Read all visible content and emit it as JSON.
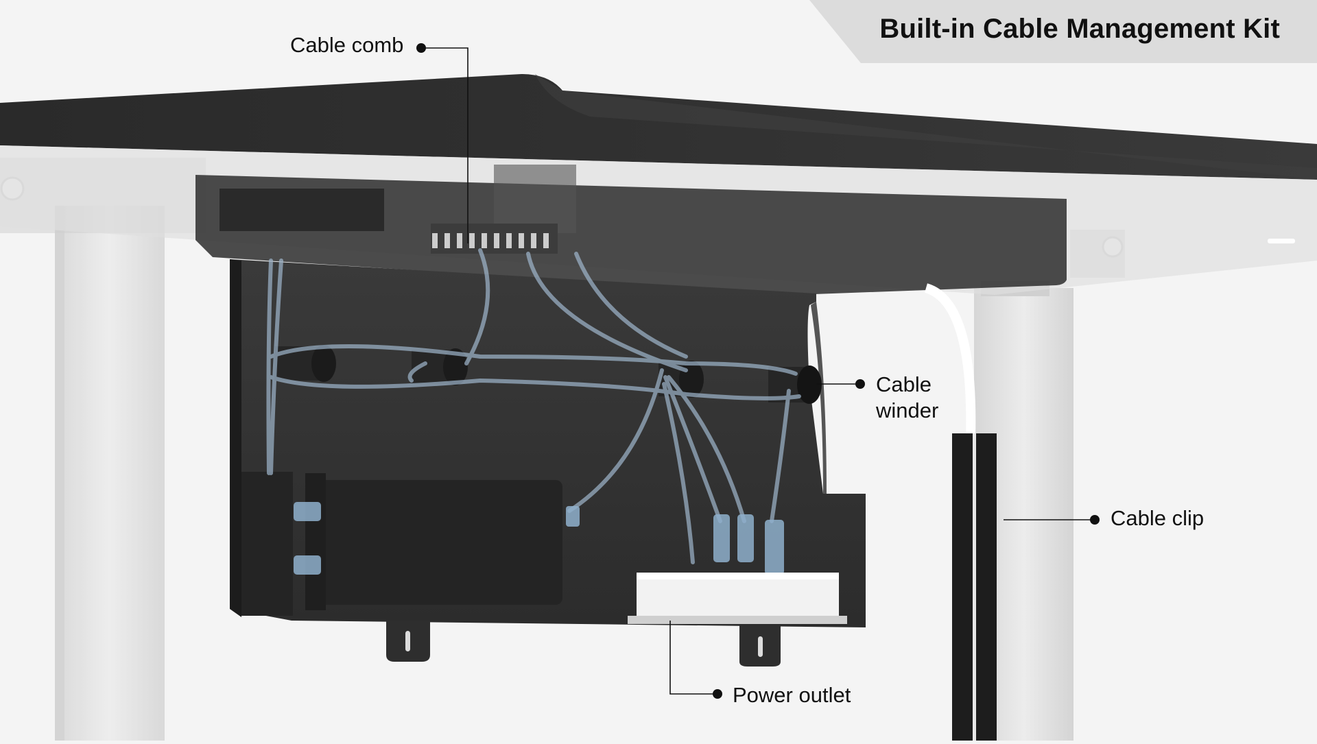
{
  "title": "Built-in Cable Management Kit",
  "callouts": {
    "cable_comb": "Cable comb",
    "cable_winder": "Cable winder",
    "cable_clip": "Cable clip",
    "power_outlet": "Power outlet"
  },
  "colors": {
    "background": "#f4f4f4",
    "title_tab": "#dcdcdc",
    "desk_top": "#2b2b2b",
    "tray": "#333333",
    "leg": "#e2e2e2",
    "cable": "#9fb6cc",
    "outlet": "#f5f5f5",
    "callout_line": "#111111"
  }
}
